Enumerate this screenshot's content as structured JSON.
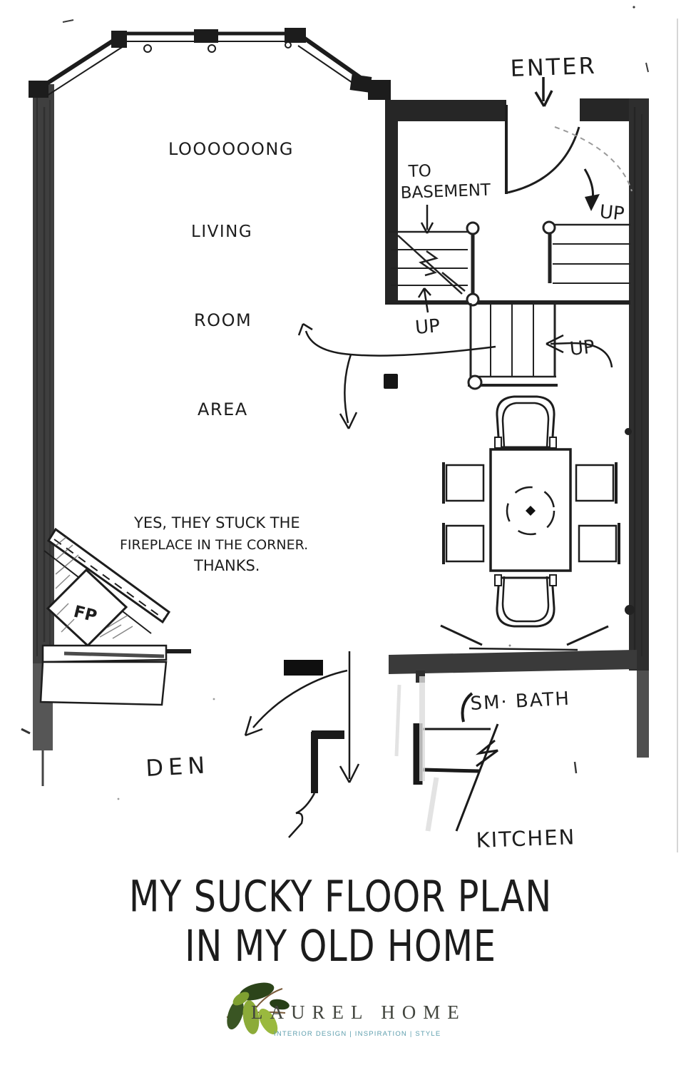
{
  "colors": {
    "ink": "#1d1d1d",
    "wall_dark": "#2b2b2b",
    "wall_gray": "#4f4f4f",
    "pencil": "#9a9a9a",
    "tagline_teal": "#5f9fae",
    "leaf_dark": "#2c441a",
    "leaf_light": "#8cab39"
  },
  "plan": {
    "labels": {
      "enter": "ENTER",
      "to_basement_line1": "TO",
      "to_basement_line2": "BASEMENT",
      "up": "UP",
      "living_line1": "LOOOOOONG",
      "living_line2": "LIVING",
      "living_line3": "ROOM",
      "living_line4": "AREA",
      "note_line1": "YES, THEY STUCK THE",
      "note_line2": "FIREPLACE IN THE CORNER.",
      "note_line3": "THANKS.",
      "fp": "FP",
      "den": "DEN",
      "sm_bath": "SM· BATH",
      "kitchen": "KITCHEN"
    }
  },
  "title": {
    "line1": "MY SUCKY FLOOR PLAN",
    "line2": "IN MY OLD HOME"
  },
  "logo": {
    "name": "LAUREL HOME",
    "tagline": "INTERIOR DESIGN | INSPIRATION | STYLE"
  }
}
